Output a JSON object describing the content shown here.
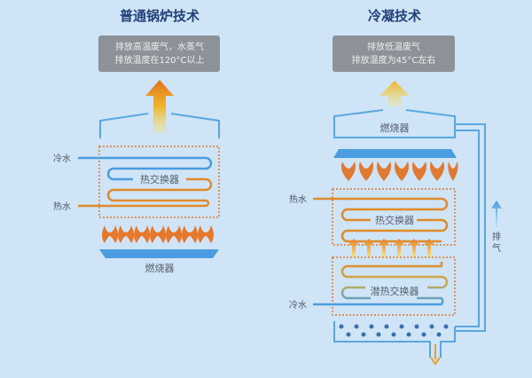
{
  "left": {
    "title": "普通锅炉技术",
    "note_line1": "排放高温废气，水蒸气",
    "note_line2": "排放温度在120°C以上",
    "cold_water": "冷水",
    "hot_water": "热水",
    "heat_exchanger": "热交换器",
    "burner": "燃烧器"
  },
  "right": {
    "title": "冷凝技术",
    "note_line1": "排放低温废气",
    "note_line2": "排放温度为45°C左右",
    "burner": "燃烧器",
    "hot_water": "热水",
    "heat_exchanger": "热交换器",
    "latent_heat_exchanger": "潜热交换器",
    "cold_water": "冷水",
    "exhaust_1": "排",
    "exhaust_2": "气"
  },
  "colors": {
    "background": "#cfe4f7",
    "title": "#23407a",
    "hot": "#e08a2b",
    "cold": "#4a9de0"
  }
}
